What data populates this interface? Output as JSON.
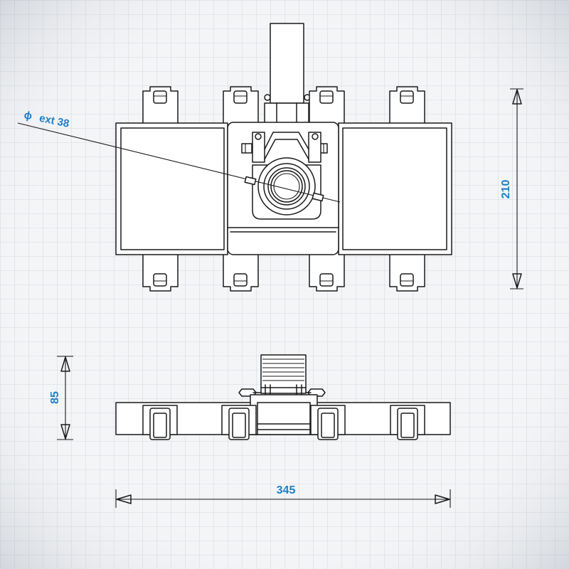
{
  "accent_color": "#1f7fc4",
  "grid": "on",
  "callout": {
    "symbol": "ϕ",
    "label": "ext 38"
  },
  "dimensions": {
    "height_top_view": "210",
    "height_side_view": "85",
    "width_side_view": "345"
  }
}
